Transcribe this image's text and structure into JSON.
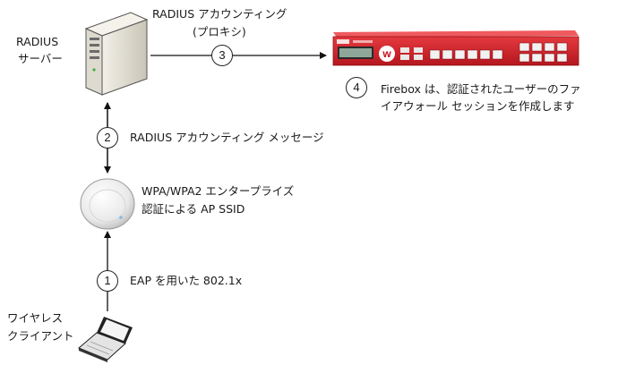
{
  "nodes": {
    "radius_server": {
      "line1": "RADIUS",
      "line2": "サーバー"
    },
    "access_point": {
      "line1": "WPA/WPA2 エンタープライズ",
      "line2": "認証による AP SSID"
    },
    "client": {
      "line1": "ワイヤレス",
      "line2": "クライアント"
    }
  },
  "steps": [
    {
      "number": "1",
      "line1": "EAP を用いた 802.1x"
    },
    {
      "number": "2",
      "line1": "RADIUS アカウンティング メッセージ"
    },
    {
      "number": "3",
      "line1": "RADIUS アカウンティング",
      "line2": "(プロキシ)"
    },
    {
      "number": "4",
      "line1": "Firebox は、認証されたユーザーのファ",
      "line2": "イアウォール セッションを作成します"
    }
  ],
  "colors": {
    "firebox_red": "#d81e2a",
    "line": "#111111"
  }
}
